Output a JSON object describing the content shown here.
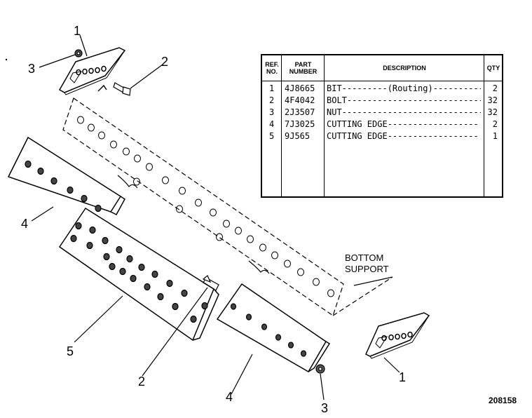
{
  "table": {
    "headers": {
      "ref": "REF. NO.",
      "part": "PART NUMBER",
      "desc": "DESCRIPTION",
      "qty": "QTY"
    },
    "rows": [
      {
        "ref": "1",
        "part": "4J8665",
        "desc": "BIT---------(Routing)---------------",
        "qty": "2"
      },
      {
        "ref": "2",
        "part": "4F4042",
        "desc": "BOLT--------------------------------",
        "qty": "32"
      },
      {
        "ref": "3",
        "part": "2J3507",
        "desc": "NUT---------------------------------",
        "qty": "32"
      },
      {
        "ref": "4",
        "part": "7J3025",
        "desc": "CUTTING EDGE------------------",
        "qty": "2"
      },
      {
        "ref": "5",
        "part": "9J565",
        "desc": "CUTTING EDGE------------------",
        "qty": "1"
      }
    ]
  },
  "callouts": {
    "c1_top": "1",
    "c2_top": "2",
    "c3_top": "3",
    "c4_left": "4",
    "c5": "5",
    "c2_bottom": "2",
    "c4_bottom": "4",
    "c3_bottom": "3",
    "c1_right": "1"
  },
  "bottom_support": {
    "line1": "BOTTOM",
    "line2": "SUPPORT"
  },
  "figure_number": "208158"
}
